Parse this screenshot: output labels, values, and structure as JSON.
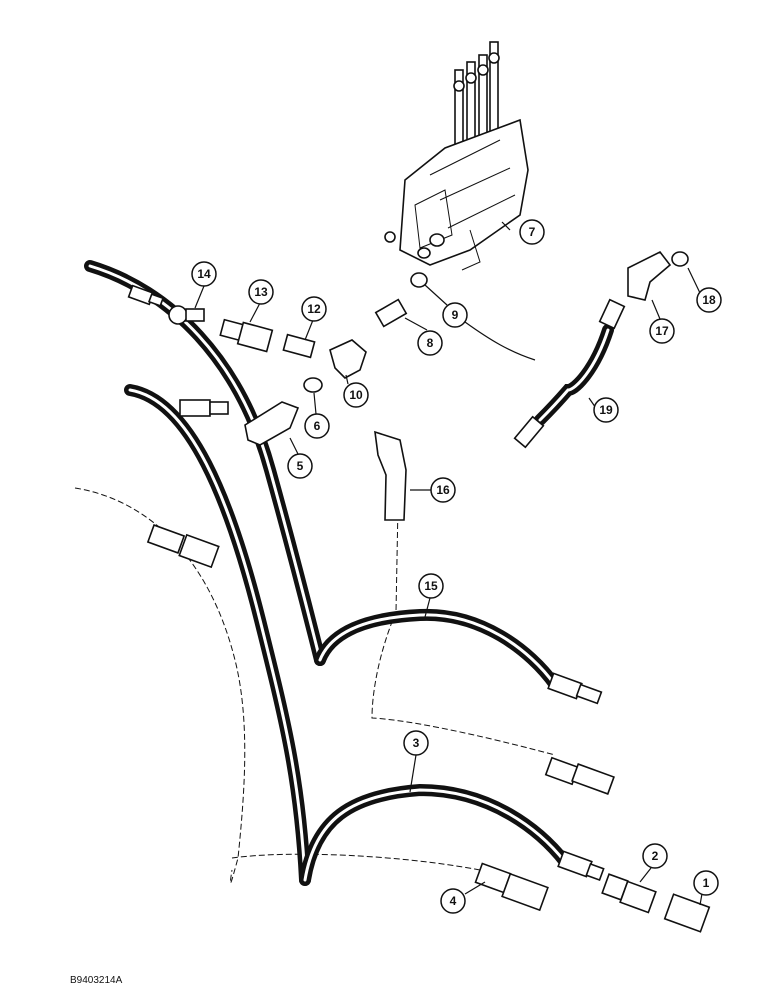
{
  "figure": {
    "footer_code": "B9403214A"
  },
  "callouts": [
    {
      "id": "1",
      "label": "1"
    },
    {
      "id": "2",
      "label": "2"
    },
    {
      "id": "3",
      "label": "3"
    },
    {
      "id": "4",
      "label": "4"
    },
    {
      "id": "5",
      "label": "5"
    },
    {
      "id": "6",
      "label": "6"
    },
    {
      "id": "7",
      "label": "7"
    },
    {
      "id": "8",
      "label": "8"
    },
    {
      "id": "9",
      "label": "9"
    },
    {
      "id": "10",
      "label": "10"
    },
    {
      "id": "12",
      "label": "12"
    },
    {
      "id": "13",
      "label": "13"
    },
    {
      "id": "14",
      "label": "14"
    },
    {
      "id": "15",
      "label": "15"
    },
    {
      "id": "16",
      "label": "16"
    },
    {
      "id": "17",
      "label": "17"
    },
    {
      "id": "18",
      "label": "18"
    },
    {
      "id": "19",
      "label": "19"
    }
  ]
}
